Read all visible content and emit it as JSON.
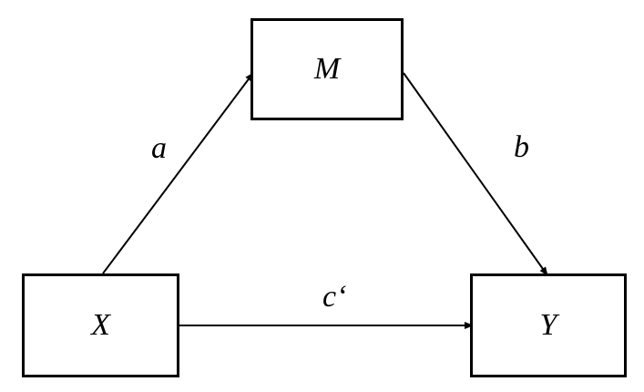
{
  "nodes": {
    "mediator": {
      "label": "M"
    },
    "predictor": {
      "label": "X"
    },
    "outcome": {
      "label": "Y"
    }
  },
  "paths": {
    "a": {
      "label": "a",
      "from": "X",
      "to": "M"
    },
    "b": {
      "label": "b",
      "from": "M",
      "to": "Y"
    },
    "c_prime": {
      "label": "c‘",
      "from": "X",
      "to": "Y"
    }
  },
  "colors": {
    "stroke": "#000000",
    "background": "#ffffff"
  }
}
